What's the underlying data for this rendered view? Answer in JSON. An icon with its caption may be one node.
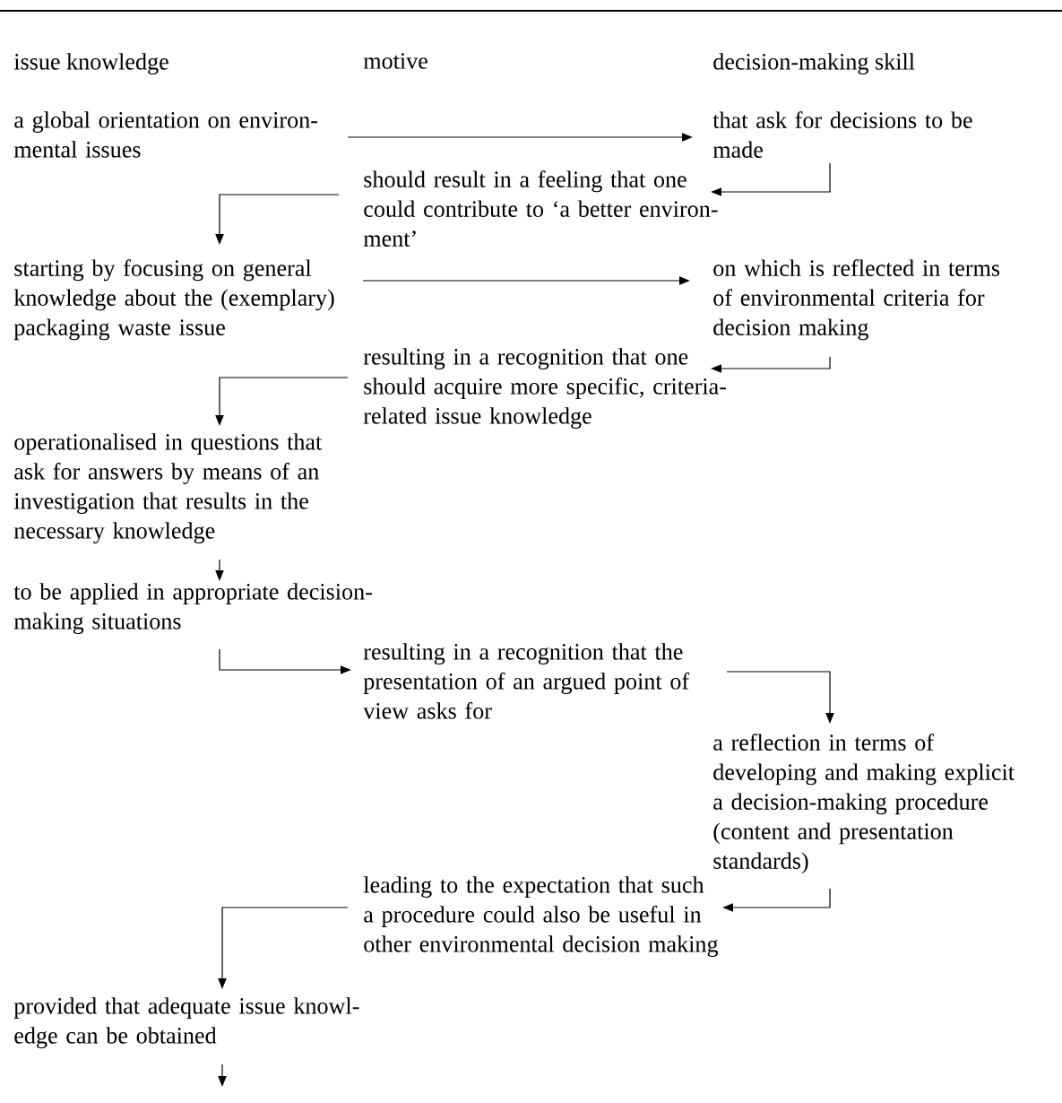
{
  "diagram": {
    "nodes": [
      {
        "text": [
          "a global orientation on environ-mental issues"
        ]
      },
      {
        "text": [
          "that ask for decisions to be made"
        ]
      },
      {
        "text": [
          "should result in a feeling that one could contribute to ‘a better environ-ment’"
        ]
      },
      {
        "text": [
          "starting by focusing on general knowledge about the (exemplary) packaging waste issue"
        ]
      },
      {
        "text": [
          "on which is reflected in terms of environmental criteria for decision making"
        ]
      },
      {
        "text": [
          "resulting in a recognition that one should acquire more specific, criteria-related issue knowledge"
        ]
      },
      {
        "text": [
          "operationalised in questions that ask for answers by means of an investigation that results in the necessary knowledge"
        ]
      },
      {
        "text": [
          "to be applied in appropriate decision-making situations"
        ]
      },
      {
        "text": [
          "resulting in a recognition that the presentation of an argued point of view asks for"
        ]
      },
      {
        "text": [
          "a reflection in terms of developing and making explicit a decision-making procedure (content and presentation standards)"
        ]
      },
      {
        "text": [
          "leading to the expectation that such a procedure could also be useful in other environmental decision making"
        ]
      },
      {
        "text": [
          "provided that adequate issue knowl-edge can be obtained"
        ]
      }
    ],
    "edges": [
      {
        "from": 0,
        "to": 1,
        "arrow": "to"
      },
      {
        "from": 1,
        "to": 2,
        "arrow": "to"
      },
      {
        "from": 2,
        "to": 3,
        "arrow": "to"
      },
      {
        "from": 3,
        "to": 4,
        "arrow": "to"
      },
      {
        "from": 4,
        "to": 5,
        "arrow": "to"
      },
      {
        "from": 5,
        "to": 6,
        "arrow": "to"
      },
      {
        "from": 6,
        "to": 7,
        "arrow": "to"
      },
      {
        "from": 7,
        "to": 8,
        "arrow": "to"
      },
      {
        "from": 8,
        "to": 9,
        "arrow": "to"
      },
      {
        "from": 9,
        "to": 10,
        "arrow": "to"
      },
      {
        "from": 10,
        "to": 11,
        "arrow": "to"
      },
      {
        "from": 11,
        "to": null,
        "arrow": "to"
      }
    ],
    "labels": [
      "issue knowledge",
      "motive",
      "decision-making skill"
    ]
  }
}
